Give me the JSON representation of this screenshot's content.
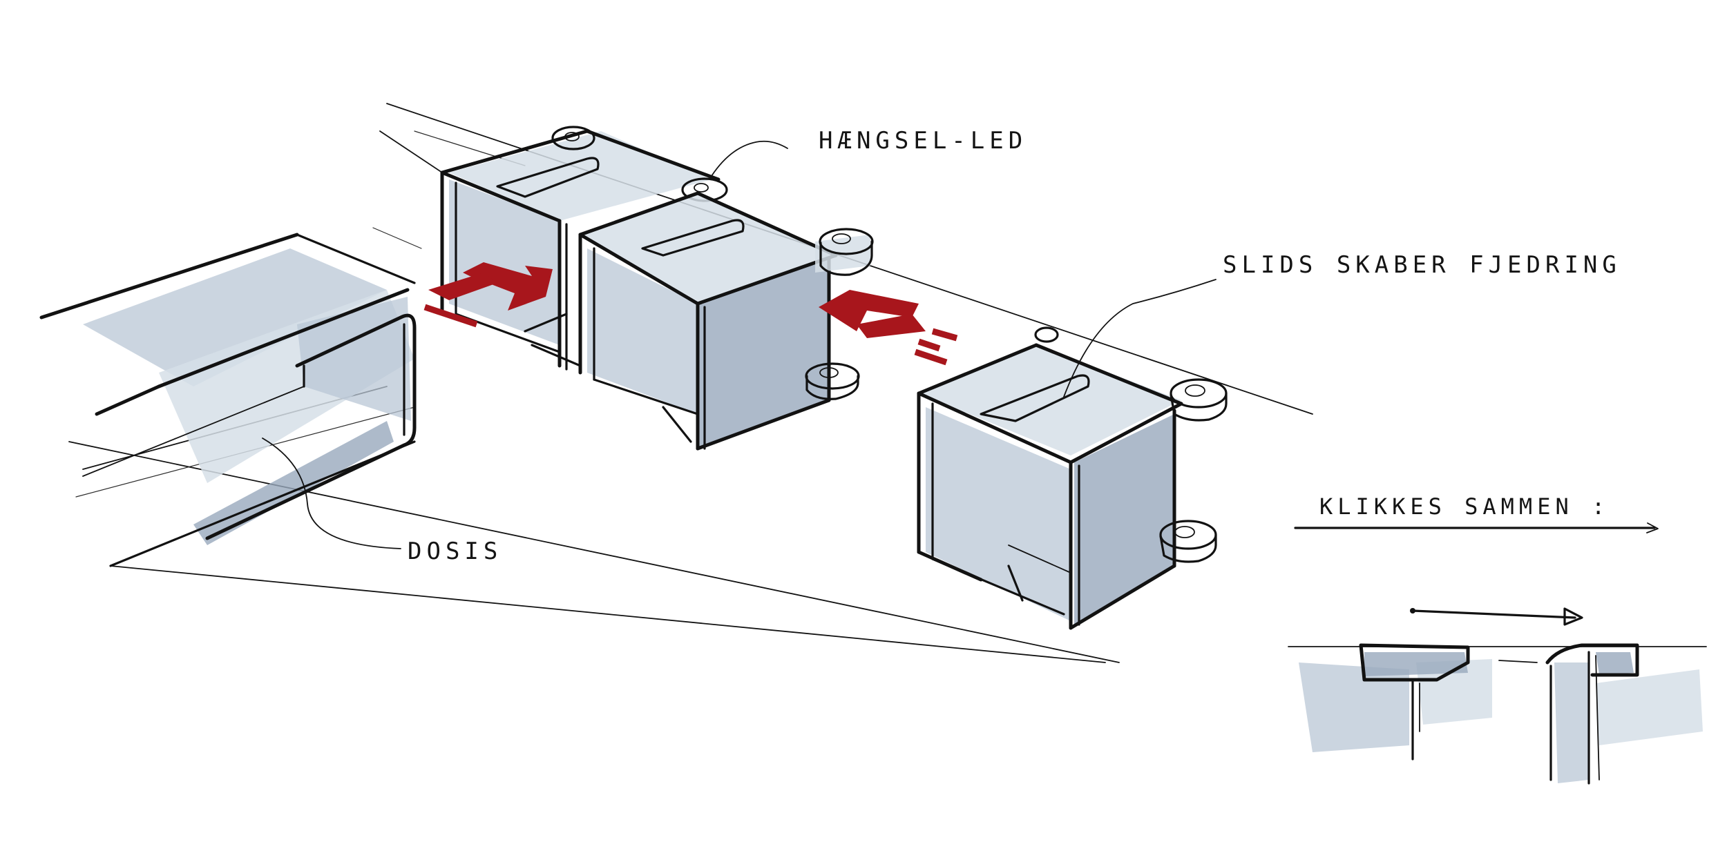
{
  "labels": {
    "haengsel": "HÆNGSEL-LED",
    "slids": "SLIDS SKABER FJEDRING",
    "dosis": "DOSIS",
    "klikkes": "KLIKKES SAMMEN :"
  },
  "colors": {
    "ink": "#121212",
    "marker_blue": "#b9c7d6",
    "marker_dark": "#98a9bd",
    "arrow_red": "#a8161c",
    "paper": "#ffffff"
  }
}
